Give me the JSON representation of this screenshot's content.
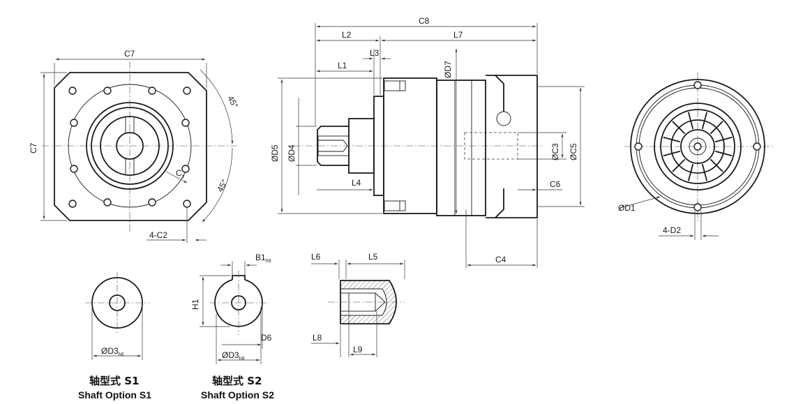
{
  "front_view": {
    "width_label": "C7",
    "height_label": "C7",
    "chamfer_label": "C",
    "chamfer_sub": "7",
    "angle_top": "45°",
    "angle_bottom": "45°",
    "holes_label": "4-C2"
  },
  "side_view": {
    "c8": "C8",
    "l2": "L2",
    "l7": "L7",
    "l3": "L3",
    "l1": "L1",
    "d7": "ØD7",
    "d5": "ØD5",
    "d4": "ØD4",
    "l4": "L4",
    "c3": "ØC3",
    "c5": "ØC5",
    "c6": "C6",
    "c4": "C4"
  },
  "rear_view": {
    "d1": "ØD1",
    "holes_label": "4-D2"
  },
  "shaft_s1": {
    "d3": "ØD3",
    "d3_sub": "h6",
    "caption_cn": "轴型式 S1",
    "caption_en": "Shaft Option S1"
  },
  "shaft_s2": {
    "b1": "B1",
    "b1_sub": "h9",
    "h1": "H1",
    "d6": "D6",
    "d3": "ØD3",
    "d3_sub": "h8",
    "caption_cn": "轴型式 S2",
    "caption_en": "Shaft Option S2"
  },
  "shaft_detail": {
    "l6": "L6",
    "l5": "L5",
    "l8": "L8",
    "l9": "L9"
  }
}
